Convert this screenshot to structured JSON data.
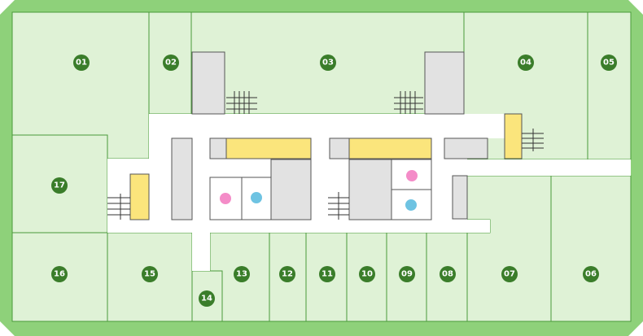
{
  "colors": {
    "frame": "#8ed17a",
    "room_fill": "#dff2d6",
    "room_stroke": "#4a9a3a",
    "badge": "#3a7d2a",
    "core_gray": "#e2e2e2",
    "core_yellow": "#fbe57c",
    "restroom_pink": "#f48cc8",
    "restroom_blue": "#6ec3e2"
  },
  "rooms": [
    {
      "id": "room-01",
      "label": "01"
    },
    {
      "id": "room-02",
      "label": "02"
    },
    {
      "id": "room-03",
      "label": "03"
    },
    {
      "id": "room-04",
      "label": "04"
    },
    {
      "id": "room-05",
      "label": "05"
    },
    {
      "id": "room-06",
      "label": "06"
    },
    {
      "id": "room-07",
      "label": "07"
    },
    {
      "id": "room-08",
      "label": "08"
    },
    {
      "id": "room-09",
      "label": "09"
    },
    {
      "id": "room-10",
      "label": "10"
    },
    {
      "id": "room-11",
      "label": "11"
    },
    {
      "id": "room-12",
      "label": "12"
    },
    {
      "id": "room-13",
      "label": "13"
    },
    {
      "id": "room-14",
      "label": "14"
    },
    {
      "id": "room-15",
      "label": "15"
    },
    {
      "id": "room-16",
      "label": "16"
    },
    {
      "id": "room-17",
      "label": "17"
    }
  ],
  "icons": {
    "restroom_female": "restroom-female-icon",
    "restroom_male": "restroom-male-icon",
    "stairs": "stairs-icon"
  }
}
